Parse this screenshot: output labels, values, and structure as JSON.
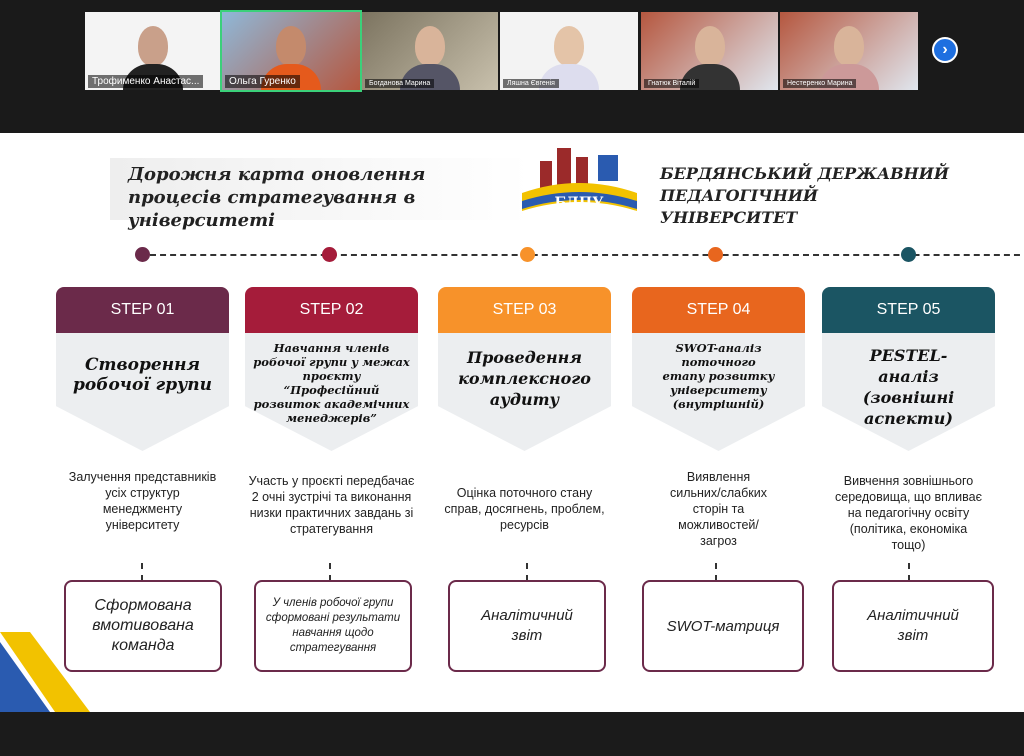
{
  "participants": [
    {
      "name": "Трофименко Анастас..."
    },
    {
      "name": "Ольга Гуренко"
    },
    {
      "name": "Богданова Марина"
    },
    {
      "name": "Ляшна Євгенія"
    },
    {
      "name": "Гнатюк Віталій"
    },
    {
      "name": "Нестеренко Марина"
    }
  ],
  "next_icon": "›",
  "slide": {
    "title": "Дорожня карта оновлення процесів стратегування в університеті",
    "logo_text": "БДПУ",
    "university": "БЕРДЯНСЬКИЙ ДЕРЖАВНИЙ ПЕДАГОГІЧНИЙ УНІВЕРСИТЕТ",
    "steps": [
      {
        "label": "STEP 01",
        "title": "Створення робочої групи",
        "desc": "Залучення представників усіх структур менеджменту університету",
        "result": "Сформована вмотивована команда",
        "color": "#6b2a4a"
      },
      {
        "label": "STEP 02",
        "title": "Навчання членів робочої групи у межах проєкту “Професійний розвиток академічних менеджерів”",
        "desc": "Участь у проєкті передбачає 2 очні зустрічі та виконання низки практичних завдань зі стратегування",
        "result": "У членів робочої групи сформовані результати навчання щодо стратегування",
        "color": "#a51c3a"
      },
      {
        "label": "STEP 03",
        "title": "Проведення комплексного аудиту",
        "desc": "Оцінка поточного стану справ, досягнень, проблем, ресурсів",
        "result": "Аналітичний звіт",
        "color": "#f7922a"
      },
      {
        "label": "STEP 04",
        "title": "SWOT-аналіз поточного етапу розвитку університету (внутрішній)",
        "desc": "Виявлення сильних/слабких сторін та можливостей/загроз",
        "result": "SWOT-матриця",
        "color": "#e8661e"
      },
      {
        "label": "STEP 05",
        "title": "PESTEL-аналіз (зовнішні аспекти)",
        "desc": "Вивчення зовнішнього середовища, що впливає на педагогічну освіту (політика, економіка тощо)",
        "result": "Аналітичний звіт",
        "color": "#1b5563"
      }
    ]
  }
}
